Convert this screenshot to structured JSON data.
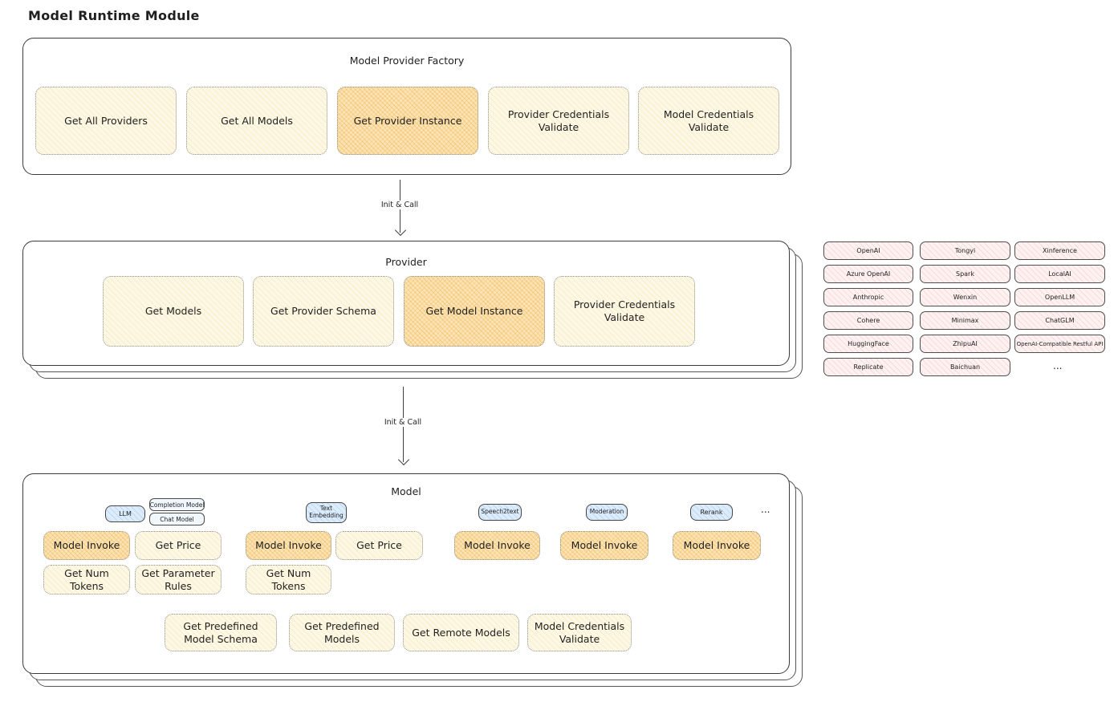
{
  "title": "Model Runtime Module",
  "colors": {
    "function_box": "#fdf8e5",
    "highlight_box": "#fae3b4",
    "provider_chip": "#fdf1f1",
    "type_tag": "#ddecfa",
    "panel_border": "#3a3a3a"
  },
  "arrows": {
    "label1": "Init & Call",
    "label2": "Init & Call"
  },
  "factory": {
    "title": "Model Provider Factory",
    "items": [
      {
        "label": "Get All Providers"
      },
      {
        "label": "Get All Models"
      },
      {
        "label": "Get Provider Instance"
      },
      {
        "label": "Provider Credentials Validate"
      },
      {
        "label": "Model Credentials Validate"
      }
    ]
  },
  "provider": {
    "title": "Provider",
    "items": [
      {
        "label": "Get Models"
      },
      {
        "label": "Get Provider Schema"
      },
      {
        "label": "Get Model Instance"
      },
      {
        "label": "Provider Credentials Validate"
      }
    ]
  },
  "provider_list": {
    "col1": [
      "OpenAI",
      "Azure OpenAI",
      "Anthropic",
      "Cohere",
      "HuggingFace",
      "Replicate"
    ],
    "col2": [
      "Tongyi",
      "Spark",
      "Wenxin",
      "Minimax",
      "ZhipuAI",
      "Baichuan"
    ],
    "col3": [
      "Xinference",
      "LocalAI",
      "OpenLLM",
      "ChatGLM",
      "OpenAI-Compatible Restful API"
    ],
    "more": "..."
  },
  "model": {
    "title": "Model",
    "more": "...",
    "tags": {
      "llm": "LLM",
      "completion": "Completion Model",
      "chat": "Chat Model",
      "text_embedding": "Text Embedding",
      "speech2text": "Speech2text",
      "moderation": "Moderation",
      "rerank": "Rerank"
    },
    "functions": {
      "llm_invoke": "Model Invoke",
      "llm_price": "Get Price",
      "llm_tokens": "Get Num Tokens",
      "llm_rules": "Get Parameter Rules",
      "emb_invoke": "Model Invoke",
      "emb_price": "Get Price",
      "emb_tokens": "Get Num Tokens",
      "speech_invoke": "Model Invoke",
      "moderation_invoke": "Model Invoke",
      "rerank_invoke": "Model Invoke"
    },
    "bottom": [
      {
        "label": "Get Predefined Model Schema"
      },
      {
        "label": "Get Predefined Models"
      },
      {
        "label": "Get Remote Models"
      },
      {
        "label": "Model Credentials Validate"
      }
    ]
  }
}
